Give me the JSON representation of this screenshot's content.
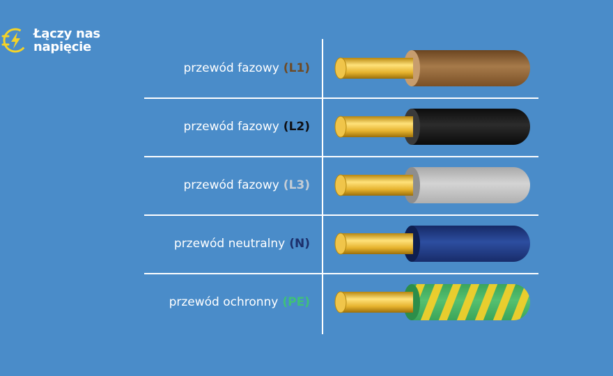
{
  "brand": {
    "line1": "Łączy nas",
    "line2": "napięcie",
    "icon": "plug-lightning-icon",
    "accent": "#f5d327"
  },
  "wires": [
    {
      "label": "przewód fazowy",
      "code": "(L1)",
      "code_color": "#6e4a24",
      "insulation": [
        "#6b4520",
        "#a67a4a",
        "#7a5026"
      ],
      "cap": "#c79d6e",
      "striped": false
    },
    {
      "label": "przewód fazowy",
      "code": "(L2)",
      "code_color": "#0e0e12",
      "insulation": [
        "#0c0c0c",
        "#2c2c2c",
        "#0a0a0a"
      ],
      "cap": "#3a3a3a",
      "striped": false
    },
    {
      "label": "przewód fazowy",
      "code": "(L3)",
      "code_color": "#c5cdd5",
      "insulation": [
        "#a9a9a9",
        "#d4d4d4",
        "#b0b0b0"
      ],
      "cap": "#8e8e8e",
      "striped": false
    },
    {
      "label": "przewód neutralny",
      "code": "(N)",
      "code_color": "#1c2f6b",
      "insulation": [
        "#152966",
        "#2d4ea0",
        "#182c6a"
      ],
      "cap": "#0f1f50",
      "striped": false
    },
    {
      "label": "przewód ochronny",
      "code": "(PE)",
      "code_color": "#3fc178",
      "insulation": [
        "#3ba55a",
        "#55c070",
        "#3ba55a"
      ],
      "cap": "#2c8e4a",
      "striped": true,
      "stripe_color": "#f1cf2b"
    }
  ]
}
